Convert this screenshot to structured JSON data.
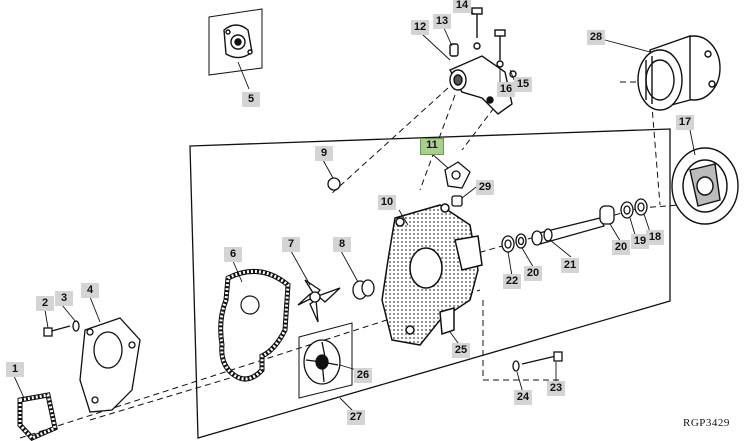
{
  "callouts": [
    {
      "id": "c1",
      "label": "1"
    },
    {
      "id": "c2",
      "label": "2"
    },
    {
      "id": "c3",
      "label": "3"
    },
    {
      "id": "c4",
      "label": "4"
    },
    {
      "id": "c5",
      "label": "5"
    },
    {
      "id": "c6",
      "label": "6"
    },
    {
      "id": "c7",
      "label": "7"
    },
    {
      "id": "c8",
      "label": "8"
    },
    {
      "id": "c9",
      "label": "9"
    },
    {
      "id": "c10",
      "label": "10"
    },
    {
      "id": "c11",
      "label": "11",
      "highlighted": true
    },
    {
      "id": "c12",
      "label": "12"
    },
    {
      "id": "c13",
      "label": "13"
    },
    {
      "id": "c14",
      "label": "14"
    },
    {
      "id": "c15",
      "label": "15"
    },
    {
      "id": "c16",
      "label": "16"
    },
    {
      "id": "c17",
      "label": "17"
    },
    {
      "id": "c18",
      "label": "18"
    },
    {
      "id": "c19",
      "label": "19"
    },
    {
      "id": "c20a",
      "label": "20"
    },
    {
      "id": "c20b",
      "label": "20"
    },
    {
      "id": "c21",
      "label": "21"
    },
    {
      "id": "c22",
      "label": "22"
    },
    {
      "id": "c23",
      "label": "23"
    },
    {
      "id": "c24",
      "label": "24"
    },
    {
      "id": "c25",
      "label": "25"
    },
    {
      "id": "c26",
      "label": "26"
    },
    {
      "id": "c27",
      "label": "27"
    },
    {
      "id": "c28",
      "label": "28"
    },
    {
      "id": "c29",
      "label": "29"
    }
  ],
  "reference_code": "RGP3429",
  "colors": {
    "callout_bg": "#d4d4d4",
    "callout_highlight": "#a8d08d",
    "line": "#111111"
  }
}
